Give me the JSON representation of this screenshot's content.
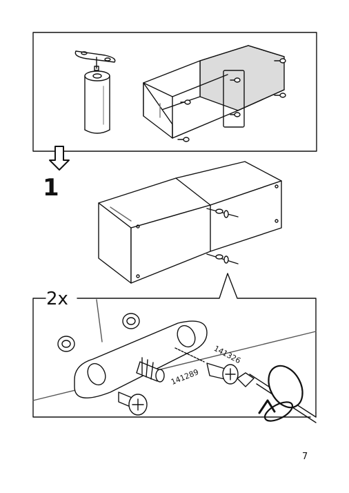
{
  "step": {
    "number": "1"
  },
  "detail": {
    "quantity": "2x"
  },
  "parts": {
    "connector_screw": "141326",
    "connector_sleeve": "141289"
  },
  "page": {
    "number": "7"
  }
}
